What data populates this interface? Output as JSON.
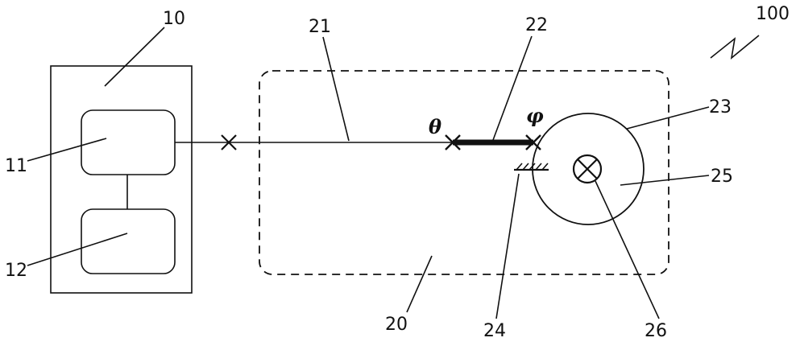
{
  "labels": {
    "system": "100",
    "control_box": "10",
    "unit_a": "11",
    "unit_b": "12",
    "assembly": "20",
    "shaft": "21",
    "link": "22",
    "disc": "23",
    "ground": "24",
    "disc_face": "25",
    "center_axis": "26"
  },
  "symbols": {
    "theta": "θ",
    "phi": "φ"
  },
  "colors": {
    "stroke": "#111111",
    "background": "#ffffff"
  }
}
